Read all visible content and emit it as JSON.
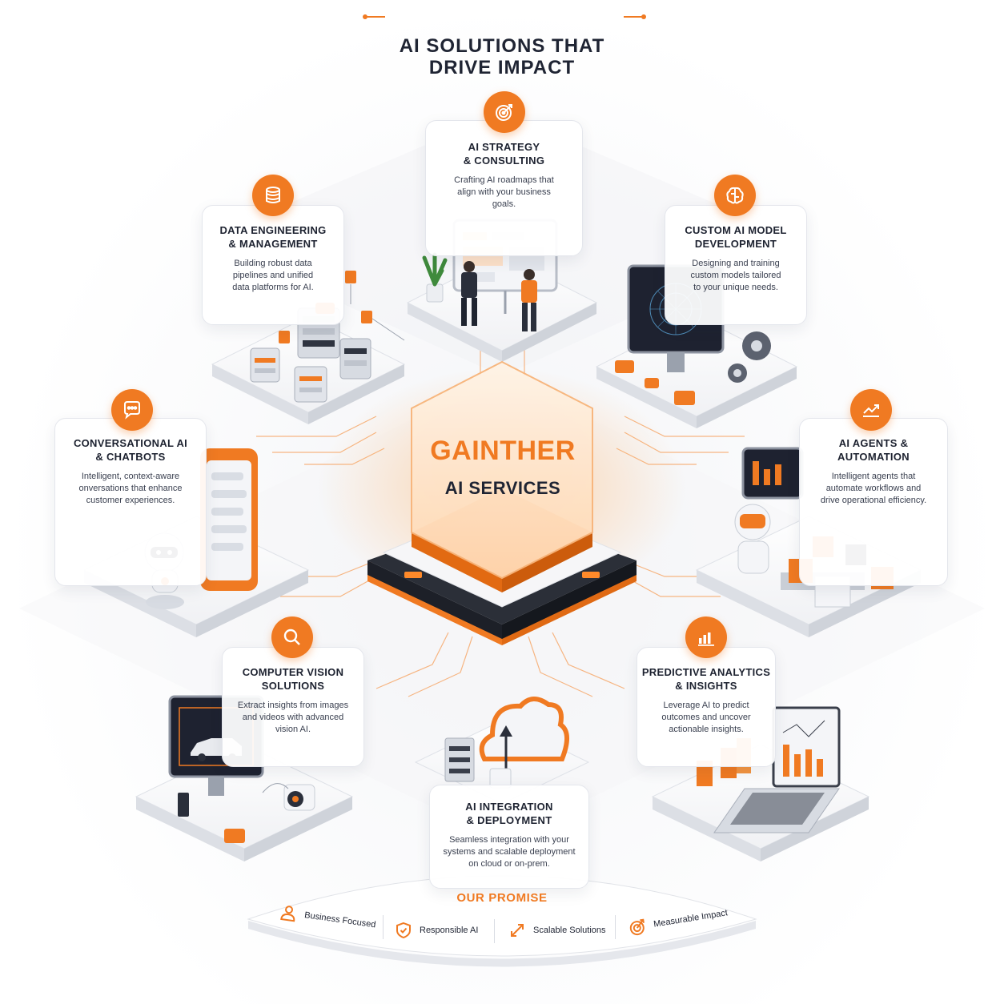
{
  "title": {
    "line1": "AI SOLUTIONS THAT",
    "line2": "DRIVE IMPACT"
  },
  "hub": {
    "name": "GAINTHER",
    "subtitle": "AI SERVICES"
  },
  "services": {
    "strategy": {
      "title": [
        "AI STRATEGY",
        "& CONSULTING"
      ],
      "desc": [
        "Crafting AI roadmaps that",
        "align with your business",
        "goals."
      ],
      "icon": "target-icon"
    },
    "data_eng": {
      "title": [
        "DATA ENGINEERING",
        "& MANAGEMENT"
      ],
      "desc": [
        "Building robust data",
        "pipelines and unified",
        "data platforms for AI."
      ],
      "icon": "database-icon"
    },
    "custom_model": {
      "title": [
        "CUSTOM AI MODEL",
        "DEVELOPMENT"
      ],
      "desc": [
        "Designing and training",
        "custom models tailored",
        "to your unique needs."
      ],
      "icon": "brain-icon"
    },
    "conversational": {
      "title": [
        "CONVERSATIONAL AI",
        "& CHATBOTS"
      ],
      "desc": [
        "Intelligent, context-aware",
        "onversations that enhance",
        "customer experiences."
      ],
      "icon": "chat-bubble-icon"
    },
    "agents": {
      "title": [
        "AI AGENTS &",
        "AUTOMATION"
      ],
      "desc": [
        "Intelligent agents that",
        "automate workflows and",
        "drive operational efficiency."
      ],
      "icon": "trend-up-icon"
    },
    "vision": {
      "title": [
        "COMPUTER VISION",
        "SOLUTIONS"
      ],
      "desc": [
        "Extract insights from images",
        "and videos with advanced",
        "vision AI."
      ],
      "icon": "magnifier-icon"
    },
    "analytics": {
      "title": [
        "PREDICTIVE ANALYTICS",
        "& INSIGHTS"
      ],
      "desc": [
        "Leverage AI to predict",
        "outcomes and uncover",
        "actionable insights."
      ],
      "icon": "bar-chart-icon"
    },
    "integration": {
      "title": [
        "AI INTEGRATION",
        "& DEPLOYMENT"
      ],
      "desc": [
        "Seamless integration with your",
        "systems and scalable deployment",
        "on cloud or on-prem."
      ],
      "icon": "cloud-upload-icon"
    }
  },
  "promise": {
    "title": "OUR PROMISE",
    "items": [
      {
        "label": "Business Focused",
        "icon": "user-icon"
      },
      {
        "label": "Responsible AI",
        "icon": "shield-check-icon"
      },
      {
        "label": "Scalable Solutions",
        "icon": "expand-arrows-icon"
      },
      {
        "label": "Measurable Impact",
        "icon": "target-icon"
      }
    ]
  },
  "colors": {
    "accent": "#f07a22",
    "ink": "#1d2230",
    "panel": "#ffffff",
    "platform": "#eceef2"
  }
}
